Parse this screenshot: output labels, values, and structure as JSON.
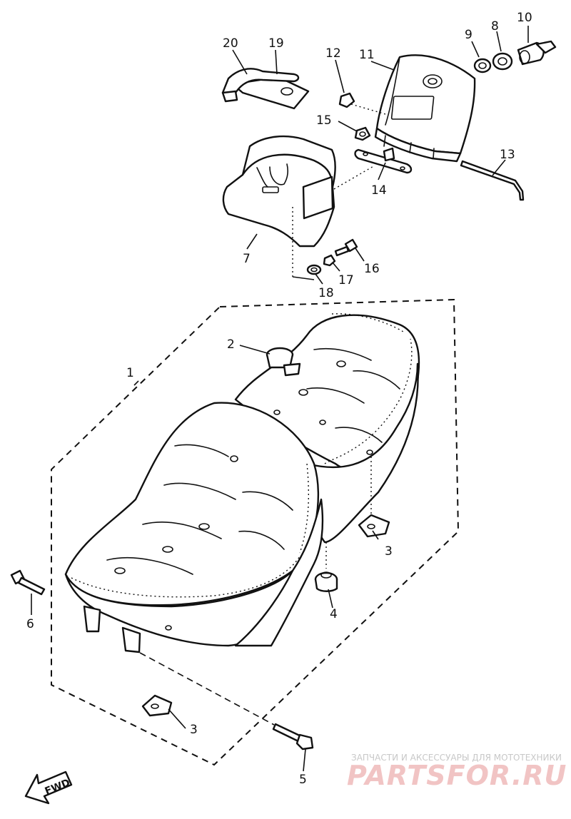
{
  "callouts": [
    {
      "id": "1",
      "label": "1"
    },
    {
      "id": "2",
      "label": "2"
    },
    {
      "id": "3a",
      "label": "3"
    },
    {
      "id": "3b",
      "label": "3"
    },
    {
      "id": "4",
      "label": "4"
    },
    {
      "id": "5",
      "label": "5"
    },
    {
      "id": "6",
      "label": "6"
    },
    {
      "id": "7",
      "label": "7"
    },
    {
      "id": "8",
      "label": "8"
    },
    {
      "id": "9",
      "label": "9"
    },
    {
      "id": "10",
      "label": "10"
    },
    {
      "id": "11",
      "label": "11"
    },
    {
      "id": "12",
      "label": "12"
    },
    {
      "id": "13",
      "label": "13"
    },
    {
      "id": "14",
      "label": "14"
    },
    {
      "id": "15",
      "label": "15"
    },
    {
      "id": "16",
      "label": "16"
    },
    {
      "id": "17",
      "label": "17"
    },
    {
      "id": "18",
      "label": "18"
    },
    {
      "id": "19",
      "label": "19"
    },
    {
      "id": "20",
      "label": "20"
    }
  ],
  "direction_label": "FWD",
  "watermark": {
    "line1": "ЗАПЧАСТИ И АКСЕССУАРЫ ДЛЯ МОТОТЕХНИКИ",
    "line2": "PARTSFOR.RU"
  }
}
